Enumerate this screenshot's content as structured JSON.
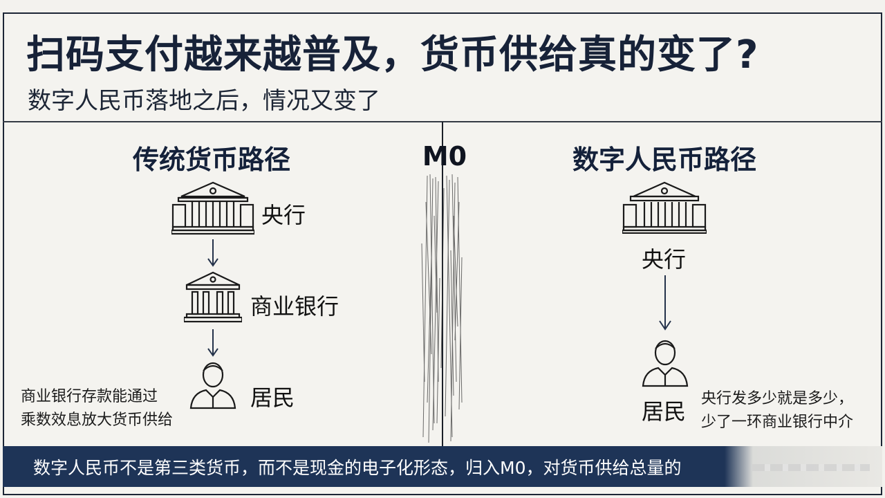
{
  "title": "扫码支付越来越普及，货币供给真的变了?",
  "subtitle": "数字人民币落地之后，情况又变了",
  "divider_label": "M0",
  "left": {
    "heading": "传统货币路径",
    "nodes": {
      "central_bank": "央行",
      "commercial_bank": "商业银行",
      "resident": "居民"
    },
    "note_lines": [
      "商业银行存款能通过",
      "乘数效息放大货币供给"
    ]
  },
  "right": {
    "heading": "数字人民币路径",
    "nodes": {
      "central_bank": "央行",
      "resident": "居民"
    },
    "note_lines": [
      "央行发多少就是多少，",
      "少了一环商业银行中介"
    ]
  },
  "banner": {
    "text": "数字人民币不是第三类货币，而不是现金的电子化形态，归入M0，对货币供给总量的"
  },
  "colors": {
    "banner_bg": "#1e3457",
    "title": "#172238",
    "arrow": "#24324a",
    "icon": "#1a1a1a"
  },
  "icons": [
    "bank-building-icon",
    "bank-building-icon",
    "person-icon",
    "arrow-down-icon"
  ]
}
